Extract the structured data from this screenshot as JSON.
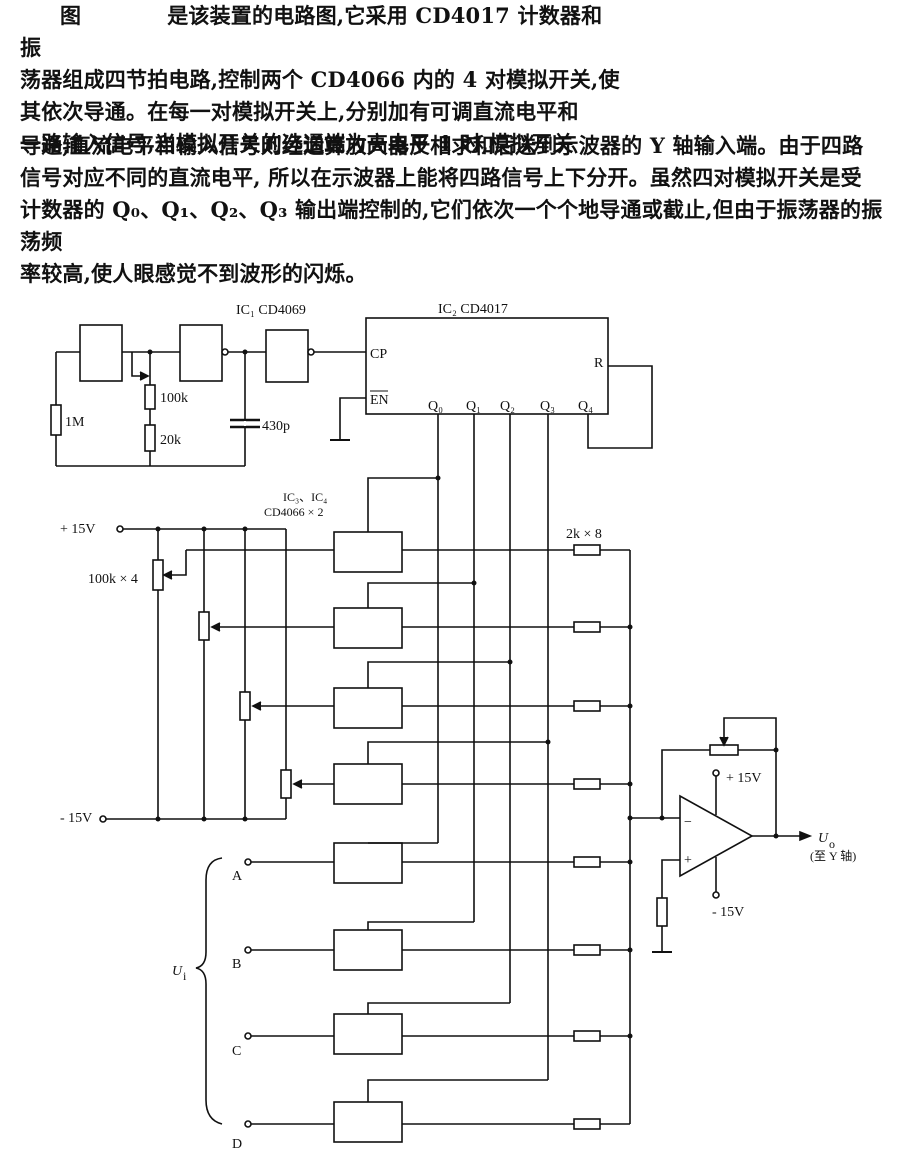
{
  "text": {
    "figure_ref": "图",
    "p1_lines": [
      "是该装置的电路图,它采用 CD4017 计数器和振",
      "荡器组成四节拍电路,控制两个 CD4066 内的 4 对模拟开关,使",
      "其依次导通。在每一对模拟开关上,分别加有可调直流电平和",
      "一路输入信号,当模拟开关的选通端为高电平 1 时,模拟开关"
    ],
    "p2_lines": [
      "导通,直流电平和输入信号则经运算放大器反相求和后送到示波器的 Y 轴输入端。由于四路",
      "信号对应不同的直流电平, 所以在示波器上能将四路信号上下分开。虽然四对模拟开关是受",
      "计数器的 Q₀、Q₁、Q₂、Q₃ 输出端控制的,它们依次一个个地导通或截止,但由于振荡器的振荡频",
      "率较高,使人眼感觉不到波形的闪烁。"
    ]
  },
  "diagram": {
    "ic1_label": "IC₁ CD4069",
    "ic2_label": "IC₂ CD4017",
    "ic34_label_1": "IC₃、IC₄",
    "ic34_label_2": "CD4066 × 2",
    "r_1m": "1M",
    "r_100k": "100k",
    "r_20k": "20k",
    "c_430p": "430p",
    "pin_cp": "CP",
    "pin_en": "EN",
    "pin_r": "R",
    "pin_q0": "Q₀",
    "pin_q1": "Q₁",
    "pin_q2": "Q₂",
    "pin_q3": "Q₃",
    "pin_q4": "Q₄",
    "plus15v_left": "+ 15V",
    "minus15v_left": "- 15V",
    "pot_100kx4": "100k × 4",
    "r_2kx8": "2k × 8",
    "opamp_plus15": "+ 15V",
    "opamp_minus15": "- 15V",
    "opamp_minus": "−",
    "opamp_plus": "+",
    "out_label": "U",
    "out_sub": "o",
    "out_note": "(至 Y 轴)",
    "ui_label": "U",
    "ui_sub": "i",
    "input_a": "A",
    "input_b": "B",
    "input_c": "C",
    "input_d": "D"
  }
}
